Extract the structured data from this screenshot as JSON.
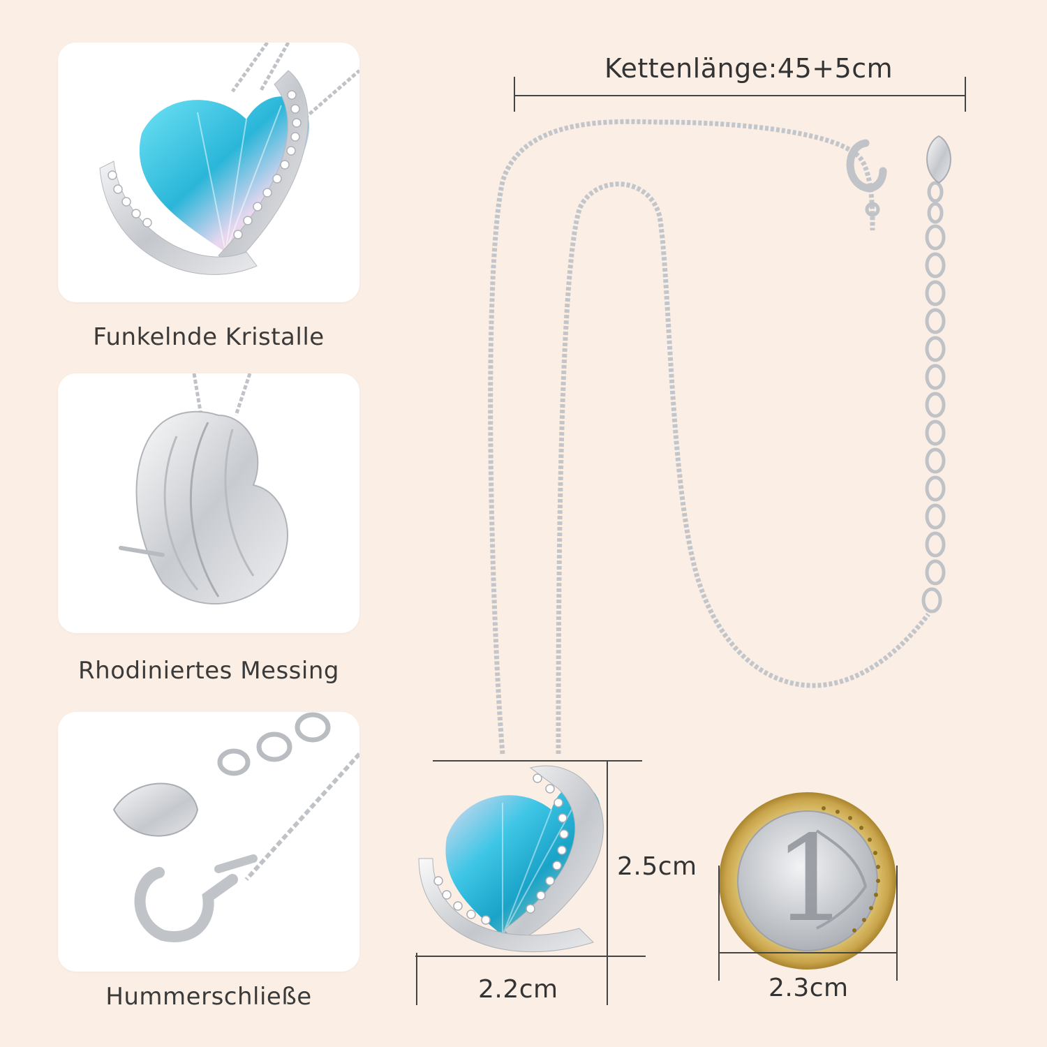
{
  "features": [
    {
      "caption": "Funkelnde Kristalle"
    },
    {
      "caption": "Rhodiniertes Messing"
    },
    {
      "caption": "Hummerschließe"
    }
  ],
  "dimensions": {
    "chain_length": "Kettenlänge:45+5cm",
    "pendant_height": "2.5cm",
    "pendant_width": "2.2cm",
    "coin_diameter": "2.3cm"
  },
  "colors": {
    "background": "#fbeee4",
    "silver": "#c9ccd1",
    "crystal_blue": "#3fc6e6",
    "gold": "#cfae55"
  }
}
